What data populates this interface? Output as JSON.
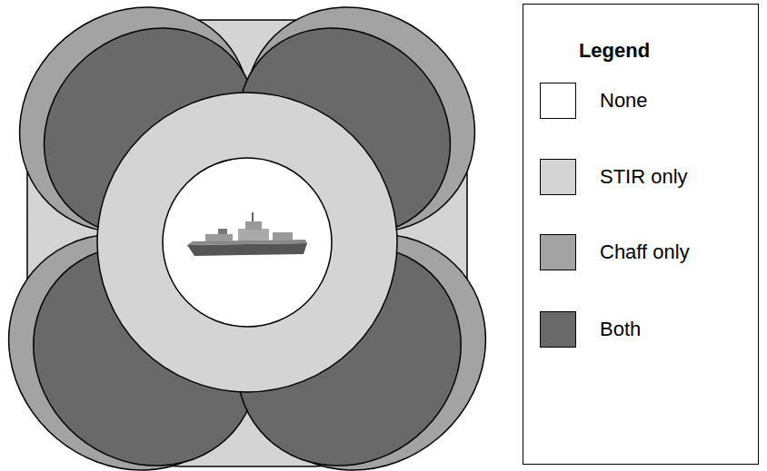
{
  "diagram": {
    "labels": [
      "Legend"
    ],
    "legend": [
      {
        "text": "None",
        "color": "#ffffff"
      },
      {
        "text": "STIR only",
        "color": "#d4d4d4"
      },
      {
        "text": "Chaff only",
        "color": "#a3a3a3"
      },
      {
        "text": "Both",
        "color": "#696969"
      }
    ]
  }
}
